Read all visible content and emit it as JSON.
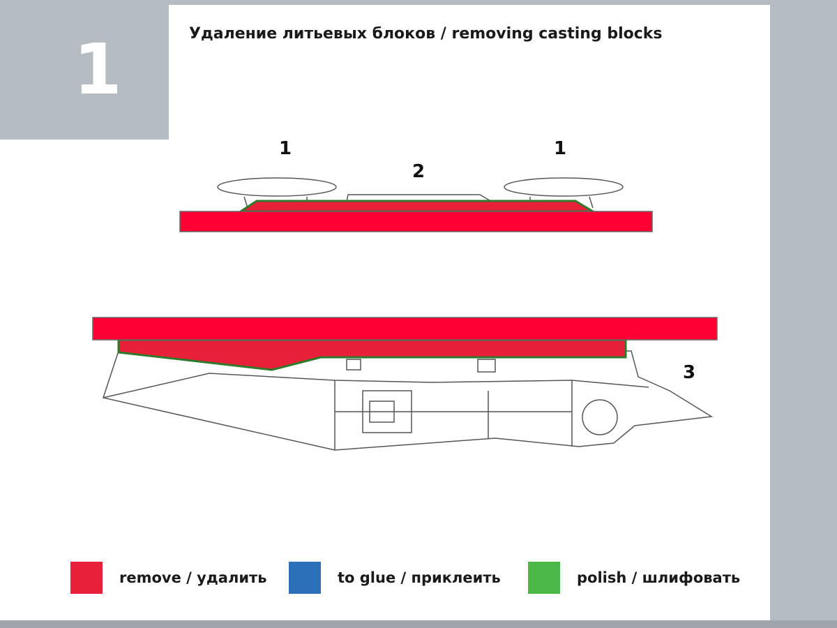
{
  "step": {
    "number": "1"
  },
  "title": "Удаление литьевых блоков / removing casting blocks",
  "callouts": [
    "1",
    "2",
    "1",
    "3"
  ],
  "colors": {
    "remove": "#e8203a",
    "glue": "#2b70b8",
    "polish": "#4cb848",
    "panel": "#b5bcc2"
  },
  "legend": [
    {
      "label": "remove / удалить",
      "color": "#e8203a"
    },
    {
      "label": "to glue / приклеить",
      "color": "#2b70b8"
    },
    {
      "label": "polish / шлифовать",
      "color": "#4cb848"
    }
  ]
}
